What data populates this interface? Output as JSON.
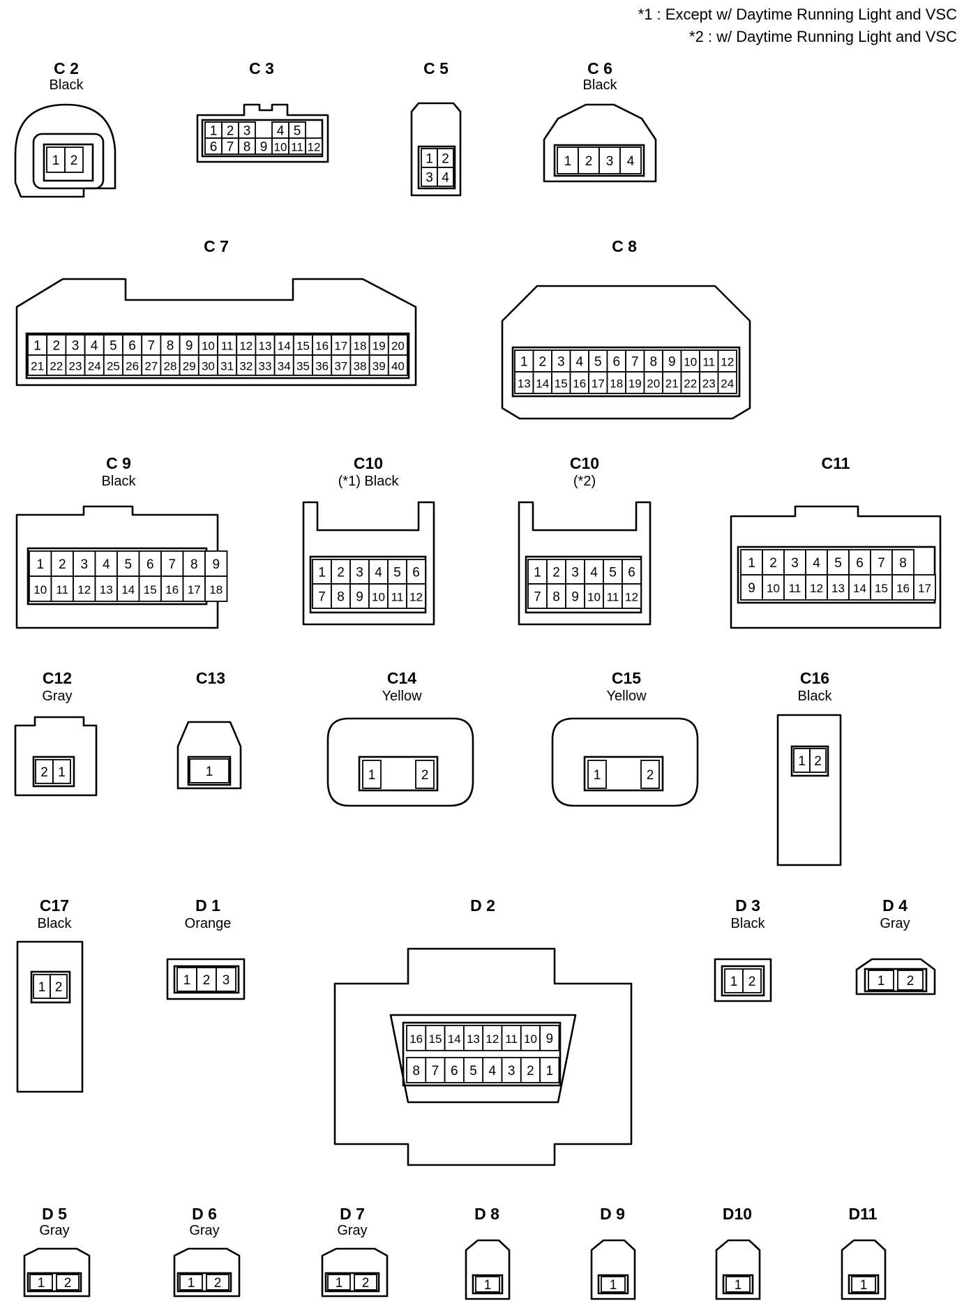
{
  "notes": [
    "*1 : Except w/ Daytime Running Light and VSC",
    "*2 : w/ Daytime Running Light and VSC"
  ],
  "connectors": [
    {
      "id": "C2",
      "name": "C 2",
      "color": "Black",
      "pins": [
        [
          "1",
          "2"
        ]
      ]
    },
    {
      "id": "C3",
      "name": "C 3",
      "color": "",
      "pins": [
        [
          "1",
          "2",
          "3",
          "",
          "4",
          "5"
        ],
        [
          "6",
          "7",
          "8",
          "9",
          "10",
          "11",
          "12"
        ]
      ]
    },
    {
      "id": "C5",
      "name": "C 5",
      "color": "",
      "pins": [
        [
          "1",
          "2"
        ],
        [
          "3",
          "4"
        ]
      ]
    },
    {
      "id": "C6",
      "name": "C 6",
      "color": "Black",
      "pins": [
        [
          "1",
          "2",
          "3",
          "4"
        ]
      ]
    },
    {
      "id": "C7",
      "name": "C 7",
      "color": "",
      "pins": [
        [
          "1",
          "2",
          "3",
          "4",
          "5",
          "6",
          "7",
          "8",
          "9",
          "10",
          "11",
          "12",
          "13",
          "14",
          "15",
          "16",
          "17",
          "18",
          "19",
          "20"
        ],
        [
          "21",
          "22",
          "23",
          "24",
          "25",
          "26",
          "27",
          "28",
          "29",
          "30",
          "31",
          "32",
          "33",
          "34",
          "35",
          "36",
          "37",
          "38",
          "39",
          "40"
        ]
      ]
    },
    {
      "id": "C8",
      "name": "C 8",
      "color": "",
      "pins": [
        [
          "1",
          "2",
          "3",
          "4",
          "5",
          "6",
          "7",
          "8",
          "9",
          "10",
          "11",
          "12"
        ],
        [
          "13",
          "14",
          "15",
          "16",
          "17",
          "18",
          "19",
          "20",
          "21",
          "22",
          "23",
          "24"
        ]
      ]
    },
    {
      "id": "C9",
      "name": "C 9",
      "color": "Black",
      "pins": [
        [
          "1",
          "2",
          "3",
          "4",
          "5",
          "6",
          "7",
          "8",
          "9"
        ],
        [
          "10",
          "11",
          "12",
          "13",
          "14",
          "15",
          "16",
          "17",
          "18"
        ]
      ]
    },
    {
      "id": "C10a",
      "name": "C10",
      "color": "(*1)  Black",
      "pins": [
        [
          "1",
          "2",
          "3",
          "4",
          "5",
          "6"
        ],
        [
          "7",
          "8",
          "9",
          "10",
          "11",
          "12"
        ]
      ]
    },
    {
      "id": "C10b",
      "name": "C10",
      "color": "(*2)",
      "pins": [
        [
          "1",
          "2",
          "3",
          "4",
          "5",
          "6"
        ],
        [
          "7",
          "8",
          "9",
          "10",
          "11",
          "12"
        ]
      ]
    },
    {
      "id": "C11",
      "name": "C11",
      "color": "",
      "pins": [
        [
          "1",
          "2",
          "3",
          "4",
          "5",
          "6",
          "7",
          "8"
        ],
        [
          "9",
          "10",
          "11",
          "12",
          "13",
          "14",
          "15",
          "16",
          "17"
        ]
      ]
    },
    {
      "id": "C12",
      "name": "C12",
      "color": "Gray",
      "pins": [
        [
          "2",
          "1"
        ]
      ]
    },
    {
      "id": "C13",
      "name": "C13",
      "color": "",
      "pins": [
        [
          "1"
        ]
      ]
    },
    {
      "id": "C14",
      "name": "C14",
      "color": "Yellow",
      "pins": [
        [
          "1",
          "2"
        ]
      ]
    },
    {
      "id": "C15",
      "name": "C15",
      "color": "Yellow",
      "pins": [
        [
          "1",
          "2"
        ]
      ]
    },
    {
      "id": "C16",
      "name": "C16",
      "color": "Black",
      "pins": [
        [
          "1",
          "2"
        ]
      ]
    },
    {
      "id": "C17",
      "name": "C17",
      "color": "Black",
      "pins": [
        [
          "1",
          "2"
        ]
      ]
    },
    {
      "id": "D1",
      "name": "D 1",
      "color": "Orange",
      "pins": [
        [
          "1",
          "2",
          "3"
        ]
      ]
    },
    {
      "id": "D2",
      "name": "D 2",
      "color": "",
      "pins": [
        [
          "16",
          "15",
          "14",
          "13",
          "12",
          "11",
          "10",
          "9"
        ],
        [
          "8",
          "7",
          "6",
          "5",
          "4",
          "3",
          "2",
          "1"
        ]
      ]
    },
    {
      "id": "D3",
      "name": "D 3",
      "color": "Black",
      "pins": [
        [
          "1",
          "2"
        ]
      ]
    },
    {
      "id": "D4",
      "name": "D 4",
      "color": "Gray",
      "pins": [
        [
          "1",
          "2"
        ]
      ]
    },
    {
      "id": "D5",
      "name": "D 5",
      "color": "Gray",
      "pins": [
        [
          "1",
          "2"
        ]
      ]
    },
    {
      "id": "D6",
      "name": "D 6",
      "color": "Gray",
      "pins": [
        [
          "1",
          "2"
        ]
      ]
    },
    {
      "id": "D7",
      "name": "D 7",
      "color": "Gray",
      "pins": [
        [
          "1",
          "2"
        ]
      ]
    },
    {
      "id": "D8",
      "name": "D 8",
      "color": "",
      "pins": [
        [
          "1"
        ]
      ]
    },
    {
      "id": "D9",
      "name": "D 9",
      "color": "",
      "pins": [
        [
          "1"
        ]
      ]
    },
    {
      "id": "D10",
      "name": "D10",
      "color": "",
      "pins": [
        [
          "1"
        ]
      ]
    },
    {
      "id": "D11",
      "name": "D11",
      "color": "",
      "pins": [
        [
          "1"
        ]
      ]
    }
  ]
}
